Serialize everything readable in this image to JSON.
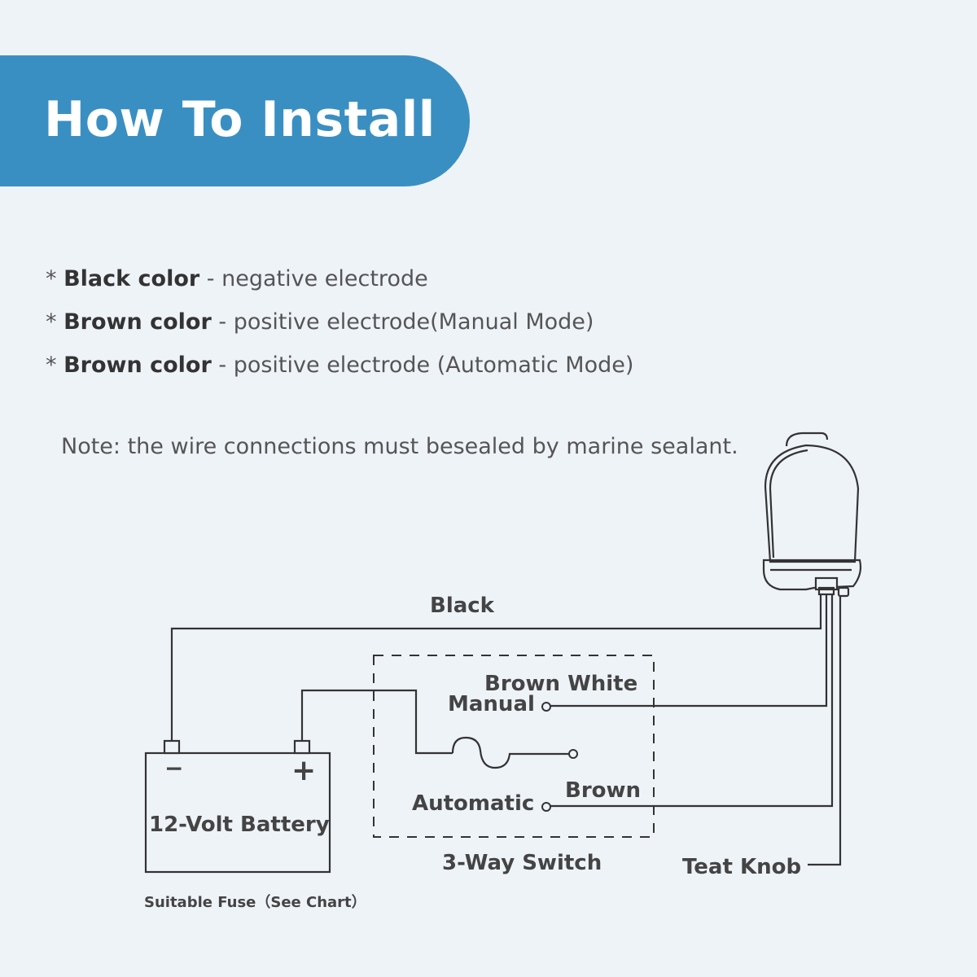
{
  "header": {
    "title": "How To Install"
  },
  "legend": [
    {
      "bullet": "*",
      "key": "Black color",
      "sep": " - ",
      "desc": "negative electrode"
    },
    {
      "bullet": "*",
      "key": "Brown color",
      "sep": " - ",
      "desc": "positive electrode(Manual Mode)"
    },
    {
      "bullet": "*",
      "key": "Brown color",
      "sep": " - ",
      "desc": "positive electrode (Automatic Mode)"
    }
  ],
  "note": "Note: the wire connections must besealed by marine sealant.",
  "diagram": {
    "wire_black": "Black",
    "wire_brown_white": "Brown White",
    "mode_manual": "Manual",
    "wire_brown": "Brown",
    "mode_automatic": "Automatic",
    "switch_label": "3-Way Switch",
    "teat_knob": "Teat Knob",
    "battery_label": "12-Volt Battery",
    "battery_minus": "−",
    "battery_plus": "+",
    "fuse_label": "Suitable Fuse（See Chart）"
  },
  "colors": {
    "banner": "#3a8fc2",
    "background": "#eef3f8",
    "line": "#333333"
  }
}
